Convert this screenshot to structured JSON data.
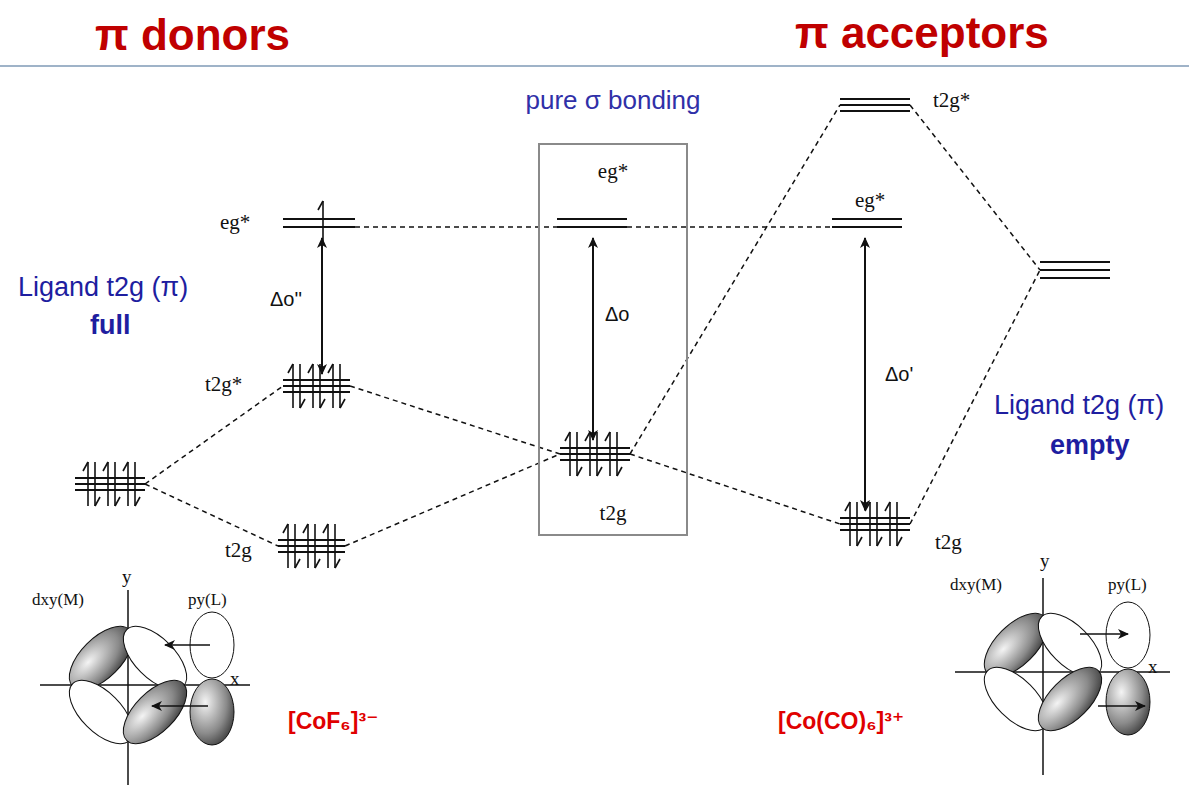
{
  "diagram": {
    "nodes": [
      {
        "text": [
          "pure σ bonding",
          "eg*",
          "Δo",
          "t2g"
        ]
      }
    ],
    "labels": [
      "π donors",
      "π acceptors",
      "eg*",
      "t2g*",
      "t2g",
      "Ligand t2g (π)",
      "full",
      "Δo''",
      "t2g*",
      "eg*",
      "Δo'",
      "Ligand t2g (π)",
      "empty",
      "t2g",
      "y",
      "dxy(M)",
      "py(L)",
      "x",
      "[CoF₆]³⁻",
      "y",
      "dxy(M)",
      "py(L)",
      "x",
      "[Co(CO)₆]³⁺"
    ]
  }
}
